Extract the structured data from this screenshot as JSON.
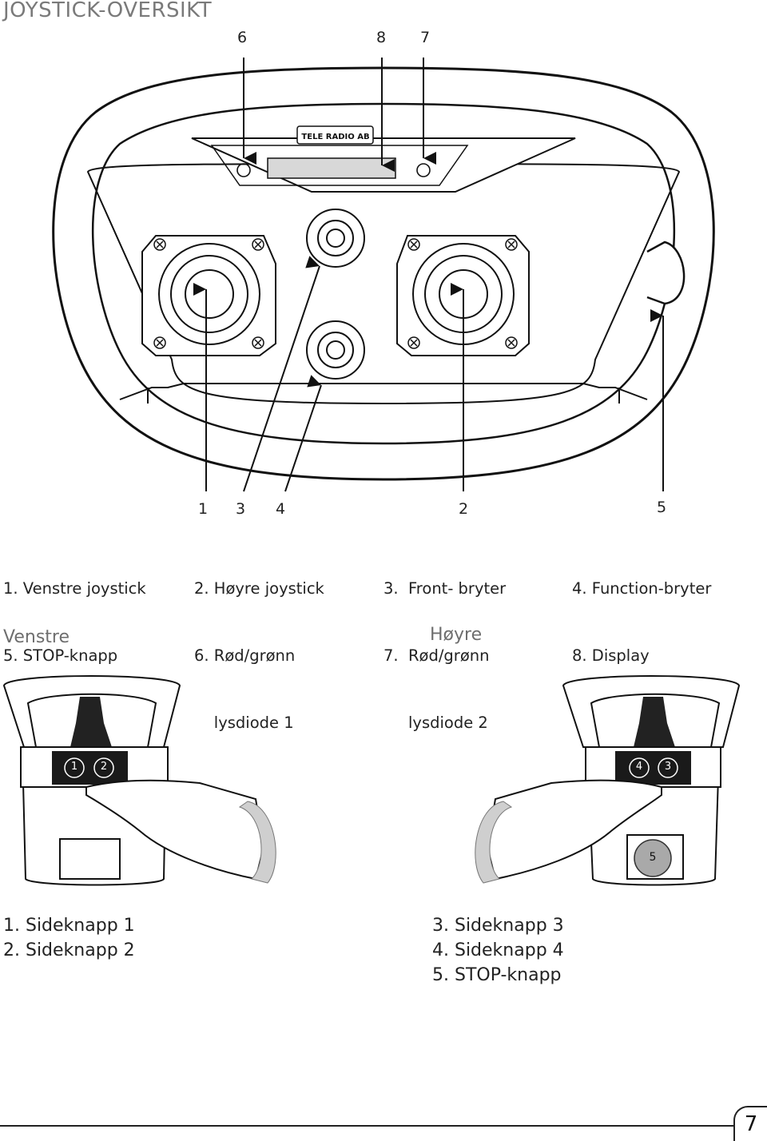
{
  "page": {
    "title": "JOYSTICK-OVERSIKT",
    "page_number": "7"
  },
  "top_callouts": [
    "6",
    "8",
    "7"
  ],
  "bottom_callouts": [
    "1",
    "3",
    "4",
    "2",
    "5"
  ],
  "logo_text": "TELE RADIO AB",
  "legend": {
    "col1": [
      "1. Venstre joystick",
      "5. STOP-knapp"
    ],
    "col2": [
      "2. Høyre joystick",
      "6. Rød/grønn",
      "    lysdiode 1"
    ],
    "col3": [
      "3.  Front- bryter",
      "7.  Rød/grønn",
      "     lysdiode 2"
    ],
    "col4": [
      "4. Function-bryter",
      "8. Display"
    ]
  },
  "side_views": {
    "left_label": "Venstre",
    "right_label": "Høyre",
    "left_buttons": [
      "1",
      "2"
    ],
    "right_buttons": [
      "4",
      "3"
    ],
    "stop_badge": "5"
  },
  "side_legend": {
    "left": [
      "1. Sideknapp 1",
      "2. Sideknapp 2"
    ],
    "right": [
      "3. Sideknapp 3",
      "4. Sideknapp 4",
      "5. STOP-knapp"
    ]
  }
}
